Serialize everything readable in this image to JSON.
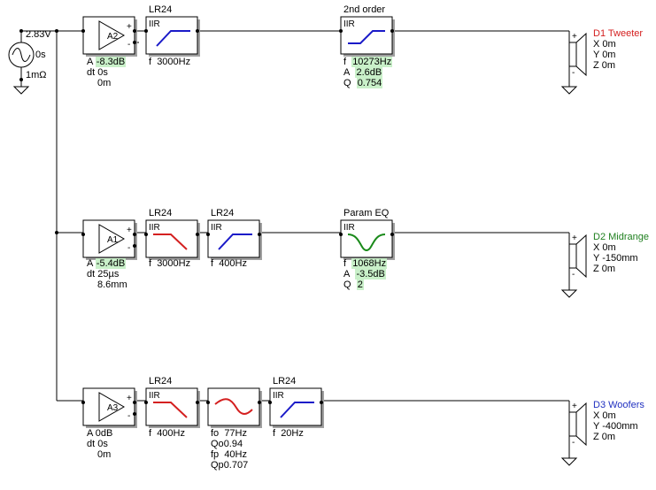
{
  "source": {
    "voltage": "2.83V",
    "delay": "0s",
    "impedance": "1mΩ"
  },
  "channels": [
    {
      "amp": {
        "name": "A2",
        "gain": "-8.3dB",
        "delay": "0s",
        "distance": "0m",
        "gain_label": "A",
        "delay_label": "dt"
      },
      "driver": {
        "name": "D1 Tweeter",
        "x": "X 0m",
        "y": "Y 0m",
        "z": "Z 0m",
        "color": "#d42020"
      },
      "filters": [
        {
          "title": "LR24",
          "type": "IIR",
          "curve": "highpass",
          "params": [
            {
              "k": "f",
              "v": "3000Hz",
              "hl": false
            }
          ]
        },
        {
          "title": "2nd order",
          "type": "IIR",
          "curve": "shelf",
          "params": [
            {
              "k": "f",
              "v": "10273Hz",
              "hl": true
            },
            {
              "k": "A",
              "v": "2.6dB",
              "hl": true
            },
            {
              "k": "Q",
              "v": "0.754",
              "hl": true
            }
          ]
        }
      ]
    },
    {
      "amp": {
        "name": "A1",
        "gain": "-5.4dB",
        "delay": "25µs",
        "distance": "8.6mm",
        "gain_label": "A",
        "delay_label": "dt"
      },
      "driver": {
        "name": "D2 Midrange",
        "x": "X 0m",
        "y": "Y -150mm",
        "z": "Z 0m",
        "color": "#208020"
      },
      "filters": [
        {
          "title": "LR24",
          "type": "IIR",
          "curve": "lowpass",
          "params": [
            {
              "k": "f",
              "v": "3000Hz",
              "hl": false
            }
          ]
        },
        {
          "title": "LR24",
          "type": "IIR",
          "curve": "highpass",
          "params": [
            {
              "k": "f",
              "v": "400Hz",
              "hl": false
            }
          ]
        },
        {
          "title": "Param EQ",
          "type": "IIR",
          "curve": "dip",
          "params": [
            {
              "k": "f",
              "v": "1068Hz",
              "hl": true
            },
            {
              "k": "A",
              "v": "-3.5dB",
              "hl": true
            },
            {
              "k": "Q",
              "v": "2",
              "hl": true
            }
          ]
        }
      ]
    },
    {
      "amp": {
        "name": "A3",
        "gain": "0dB",
        "delay": "0s",
        "distance": "0m",
        "gain_label": "A",
        "delay_label": "dt"
      },
      "driver": {
        "name": "D3 Woofers",
        "x": "X 0m",
        "y": "Y -400mm",
        "z": "Z 0m",
        "color": "#2030c0"
      },
      "filters": [
        {
          "title": "LR24",
          "type": "IIR",
          "curve": "lowpass",
          "params": [
            {
              "k": "f",
              "v": "400Hz",
              "hl": false
            }
          ]
        },
        {
          "title": "",
          "type": "",
          "curve": "linkwitz",
          "params": [
            {
              "k": "fo",
              "v": "77Hz",
              "hl": false
            },
            {
              "k": "Qo",
              "v": "0.94",
              "hl": false
            },
            {
              "k": "fp",
              "v": "40Hz",
              "hl": false
            },
            {
              "k": "Qp",
              "v": "0.707",
              "hl": false
            }
          ]
        },
        {
          "title": "LR24",
          "type": "IIR",
          "curve": "highpass",
          "params": [
            {
              "k": "f",
              "v": "20Hz",
              "hl": false
            }
          ]
        }
      ]
    }
  ],
  "labels": {
    "plus": "+",
    "minus": "-"
  }
}
